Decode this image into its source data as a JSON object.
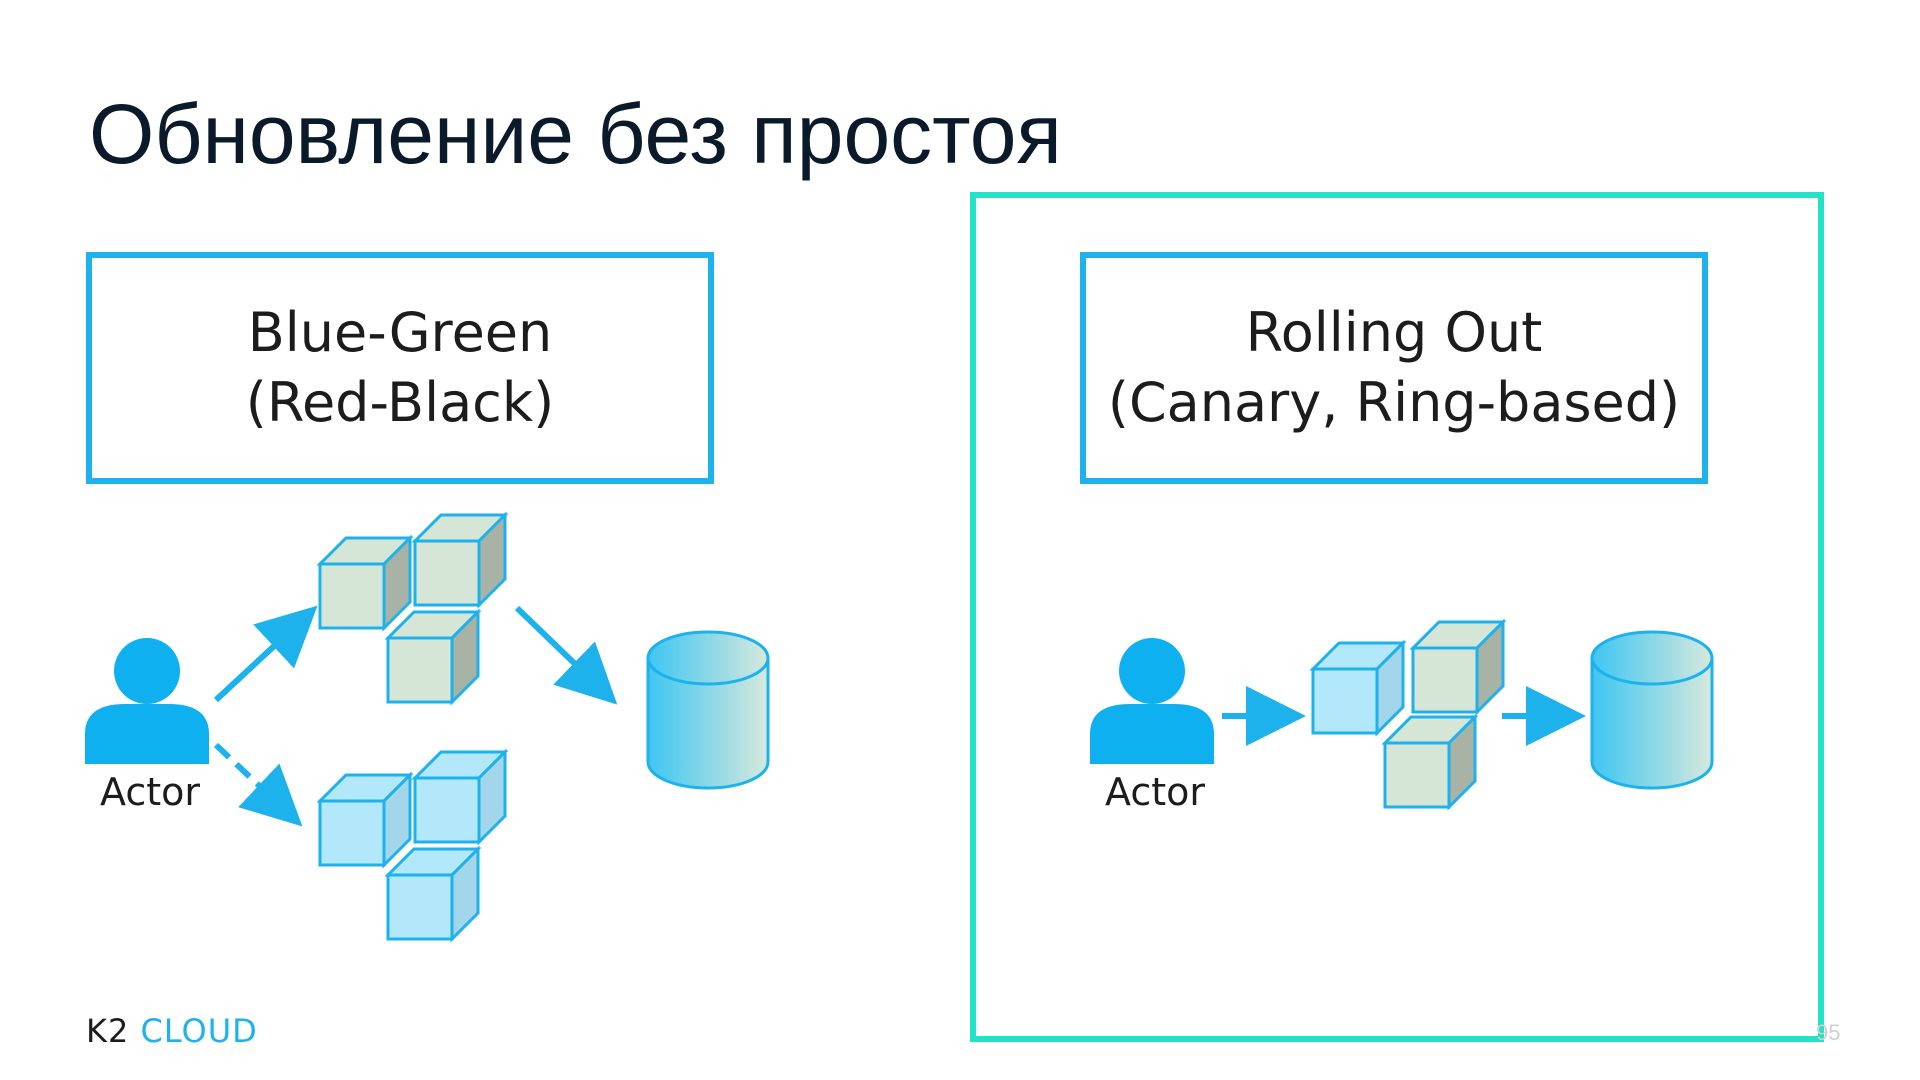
{
  "slide": {
    "title": "Обновление без простоя",
    "page_number": "95"
  },
  "left_panel": {
    "box_line1": "Blue-Green",
    "box_line2": "(Red-Black)",
    "actor_label": "Actor"
  },
  "right_panel": {
    "box_line1": "Rolling Out",
    "box_line2": "(Canary, Ring-based)",
    "actor_label": "Actor"
  },
  "logo": {
    "part1": "K2",
    "part2": "CLOUD"
  },
  "colors": {
    "accent_blue": "#1eb2ec",
    "highlight_teal": "#22e3c8",
    "cube_blue": "#b3e8fb",
    "cube_green": "#d6e6d6"
  },
  "icons": [
    "person-icon",
    "cube-cluster-icon",
    "database-icon",
    "arrow-icon"
  ]
}
